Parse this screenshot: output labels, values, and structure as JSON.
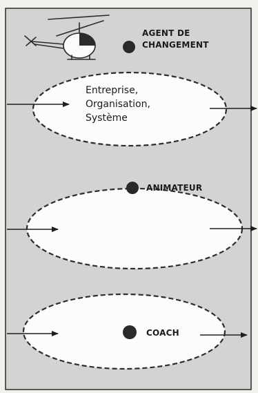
{
  "figure": {
    "colors": {
      "background": "#d3d3d2",
      "border": "#2a2a2a",
      "ellipse_fill": "#fcfcfa",
      "ellipse_stroke": "#2c2c2c",
      "dot": "#2a2a2a",
      "helicopter": "#2b2b2b"
    },
    "icons": [
      "helicopter-icon"
    ],
    "system_text": "Entreprise,\nOrganisation,\nSystème",
    "roles": {
      "agent": "AGENT DE\nCHANGEMENT",
      "animateur": "ANIMATEUR",
      "coach": "COACH"
    }
  }
}
